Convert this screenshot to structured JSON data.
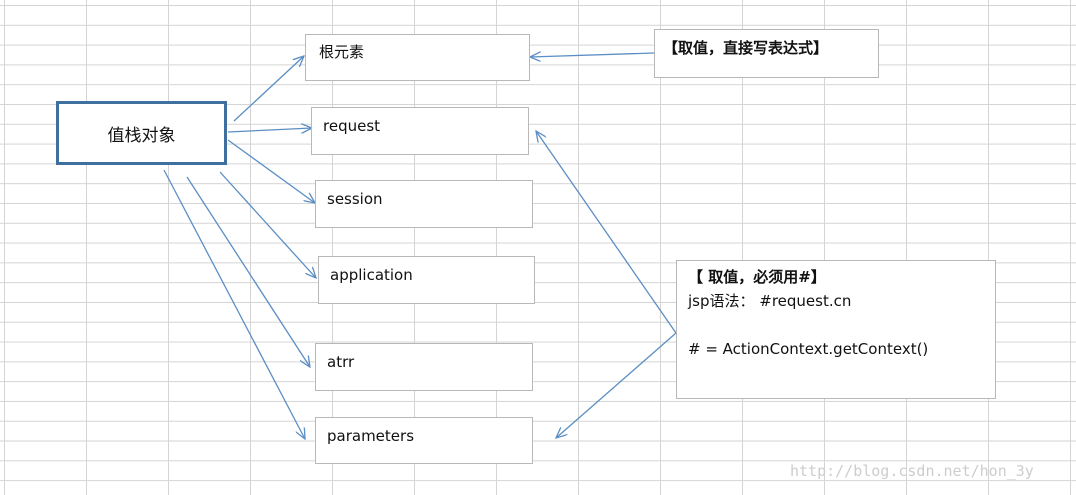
{
  "value_stack": "值栈对象",
  "nodes": {
    "root": "根元素",
    "request": "request",
    "session": "session",
    "application": "application",
    "attr": "atrr",
    "parameters": "parameters"
  },
  "note_root": "【取值，直接写表达式】",
  "note_hash": {
    "title": "【 取值，必须用#】",
    "line1": "jsp语法：  #request.cn",
    "line2": "#  =  ActionContext.getContext()"
  },
  "watermark": "http://blog.csdn.net/hon_3y",
  "colors": {
    "arrow": "#5b8ec4",
    "box_border": "#3f6f9f"
  }
}
